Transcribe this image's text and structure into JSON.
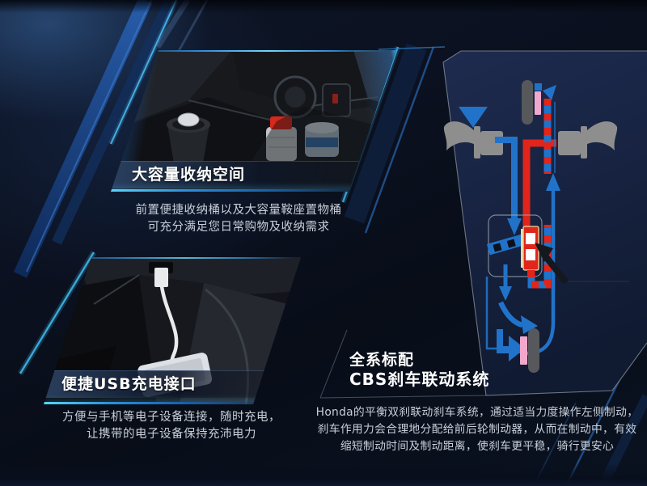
{
  "page": {
    "title": "Scooter feature promo page",
    "language": "zh-CN"
  },
  "sections": {
    "storage": {
      "label": "大容量收纳空间",
      "desc_line1": "前置便捷收纳桶以及大容量鞍座置物桶",
      "desc_line2": "可充分满足您日常购物及收纳需求"
    },
    "usb": {
      "label": "便捷USB充电接口",
      "desc_line1": "方便与手机等电子设备连接，随时充电，",
      "desc_line2": "让携带的电子设备保持充沛电力"
    },
    "cbs": {
      "heading_line1": "全系标配",
      "heading_line2": "CBS刹车联动系统",
      "desc_line1": "Honda的平衡双刹联动刹车系统，通过适当力度操作左侧制动，",
      "desc_line2": "刹车作用力会合理地分配给前后轮制动器，从而在制动中，有效",
      "desc_line3": "缩短制动时间及制动距离，使刹车更平稳，骑行更安心"
    }
  },
  "colors": {
    "accent-cyan": "#45b5ee",
    "diagram-blue": "#2173c9",
    "diagram-red": "#e1251b",
    "diagram-pink": "#f2a8cc",
    "lever-gray": "#8e8e8e",
    "wheel-gray": "#57585c",
    "panel-border": "#7d8795",
    "text-dim": "#c7cfd9"
  }
}
